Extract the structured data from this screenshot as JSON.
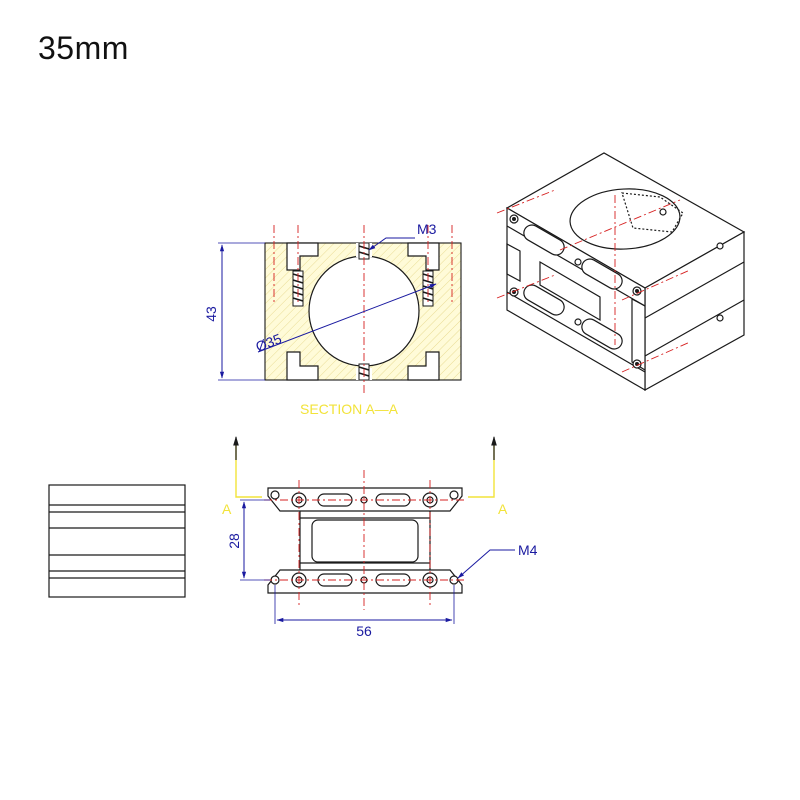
{
  "title": "35mm",
  "section": {
    "label": "SECTION  A—A",
    "height_dim": "43",
    "diameter_dim": "Ø35",
    "thread_callout": "M3"
  },
  "plan": {
    "height_dim": "28",
    "width_dim": "56",
    "thread_callout": "M4",
    "cut_left": "A",
    "cut_right": "A"
  },
  "colors": {
    "dimension": "#1a1aa0",
    "center_line": "#d62020",
    "section_fill": "#fffbd8",
    "section_label": "#f2e33a"
  }
}
